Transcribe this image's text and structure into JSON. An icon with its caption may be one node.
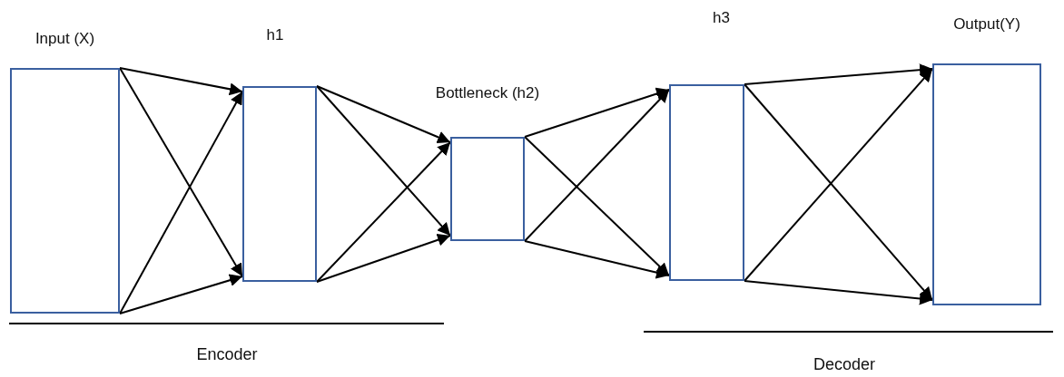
{
  "diagram": {
    "nodes": [
      {
        "text": [
          "Input (X)"
        ]
      },
      {
        "text": [
          "h1"
        ]
      },
      {
        "text": [
          "Bottleneck (h2)"
        ]
      },
      {
        "text": [
          "h3"
        ]
      },
      {
        "text": [
          "Output(Y)"
        ]
      }
    ],
    "edges": [
      {
        "from": 0,
        "to": 1,
        "arrow": "to"
      },
      {
        "from": 0,
        "to": 1,
        "arrow": "to"
      },
      {
        "from": 0,
        "to": 1,
        "arrow": "to"
      },
      {
        "from": 0,
        "to": 1,
        "arrow": "to"
      },
      {
        "from": 1,
        "to": 2,
        "arrow": "to"
      },
      {
        "from": 1,
        "to": 2,
        "arrow": "to"
      },
      {
        "from": 1,
        "to": 2,
        "arrow": "to"
      },
      {
        "from": 1,
        "to": 2,
        "arrow": "to"
      },
      {
        "from": 2,
        "to": 3,
        "arrow": "to"
      },
      {
        "from": 2,
        "to": 3,
        "arrow": "to"
      },
      {
        "from": 2,
        "to": 3,
        "arrow": "to"
      },
      {
        "from": 2,
        "to": 3,
        "arrow": "to"
      },
      {
        "from": 3,
        "to": 4,
        "arrow": "to"
      },
      {
        "from": 3,
        "to": 4,
        "arrow": "to"
      },
      {
        "from": 3,
        "to": 4,
        "arrow": "to"
      },
      {
        "from": 3,
        "to": 4,
        "arrow": "to"
      }
    ],
    "labels": [
      "Encoder",
      "Decoder"
    ]
  }
}
